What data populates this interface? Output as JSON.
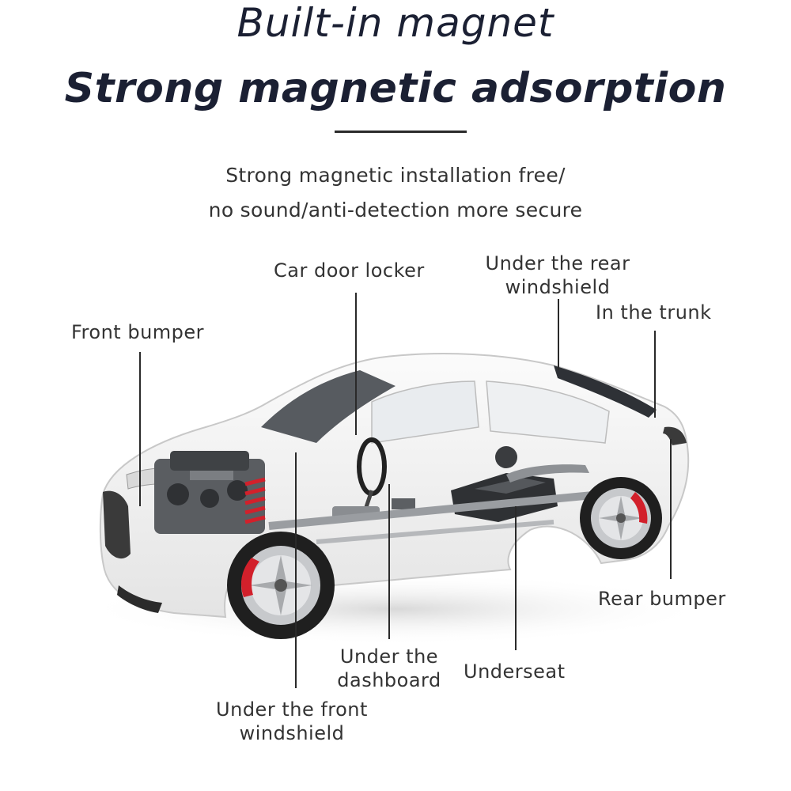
{
  "header": {
    "title_line1": "Built-in magnet",
    "title_line2": "Strong magnetic adsorption",
    "subtitle_line1": "Strong magnetic installation free/",
    "subtitle_line2": "no sound/anti-detection more secure"
  },
  "labels": {
    "front_bumper": "Front bumper",
    "car_door_locker": "Car door locker",
    "under_rear_windshield_1": "Under the rear",
    "under_rear_windshield_2": "windshield",
    "in_the_trunk": "In the trunk",
    "rear_bumper": "Rear bumper",
    "underseat": "Underseat",
    "under_dashboard_1": "Under the",
    "under_dashboard_2": "dashboard",
    "under_front_windshield_1": "Under the front",
    "under_front_windshield_2": "windshield"
  },
  "colors": {
    "title": "#1b2033",
    "text": "#333333",
    "leader_line": "#2a2a2a",
    "brake_caliper": "#d2202b"
  },
  "icons": {
    "car_illustration": "transparent-car-cutaway"
  }
}
